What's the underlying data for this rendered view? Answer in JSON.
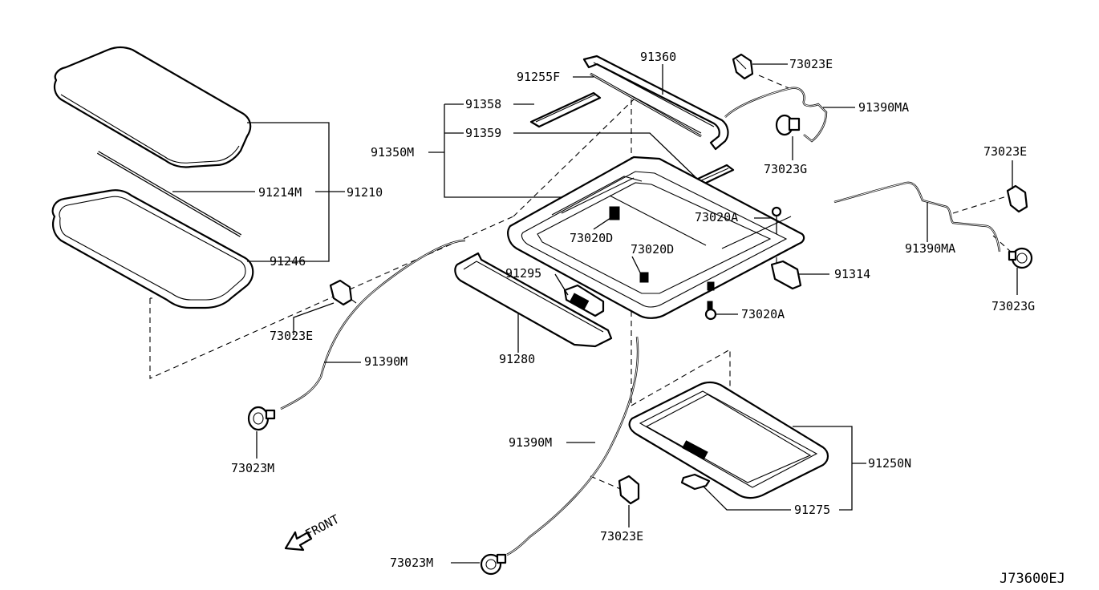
{
  "diagram_code": "J73600EJ",
  "front_indicator": {
    "label": "FRONT"
  },
  "part_labels": {
    "p91360": "91360",
    "p91255F": "91255F",
    "p91358": "91358",
    "p91359": "91359",
    "p91350M": "91350M",
    "p91214M": "91214M",
    "p91210": "91210",
    "p91246": "91246",
    "p73023E_topright": "73023E",
    "p91390MA_top": "91390MA",
    "p73023G_top": "73023G",
    "p73023E_right": "73023E",
    "p91390MA_right": "91390MA",
    "p73023G_right": "73023G",
    "p73020A_top": "73020A",
    "p73020D_left": "73020D",
    "p73020D_center": "73020D",
    "p91314": "91314",
    "p73020A_bottom": "73020A",
    "p91295": "91295",
    "p91280": "91280",
    "p73023E_left": "73023E",
    "p91390M_left": "91390M",
    "p73023M_left": "73023M",
    "p91390M_bottom": "91390M",
    "p73023E_bottom": "73023E",
    "p73023M_bottom": "73023M",
    "p91250N": "91250N",
    "p91275": "91275"
  }
}
